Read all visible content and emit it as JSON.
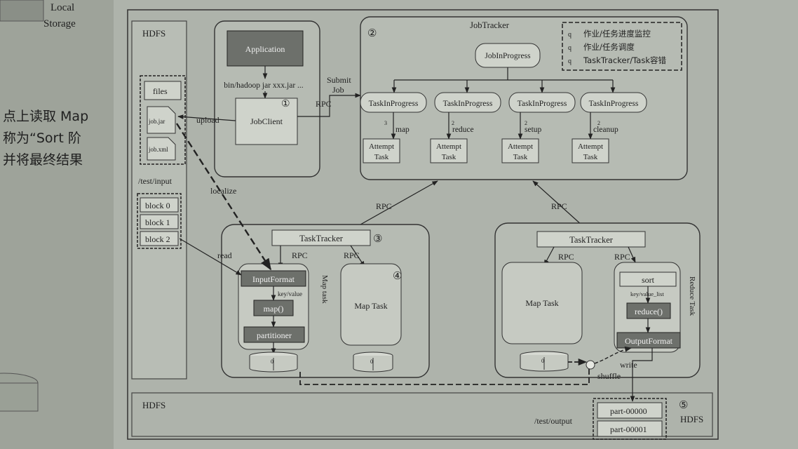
{
  "page": {
    "left_margin_text": {
      "local_storage": [
        "Local",
        "Storage"
      ],
      "body_lines": [
        "点上读取 Map",
        "称为“Sort 阶",
        "并将最终结果"
      ]
    }
  },
  "diagram": {
    "hdfs_top_label": "HDFS",
    "hdfs_bottom_label": "HDFS",
    "hdfs_right_label": "HDFS",
    "files_label": "files",
    "job_jar_label": "job.jar",
    "job_xml_label": "job.xml",
    "test_input_label": "/test/input",
    "blocks": [
      "block 0",
      "block 1",
      "block 2"
    ],
    "upload_label": "upload",
    "localize_label": "localize",
    "read_label": "read",
    "client": {
      "application": "Application",
      "command": "bin/hadoop jar xxx.jar ...",
      "job_client": "JobClient",
      "number": "①"
    },
    "submit_job": [
      "Submit",
      "Job"
    ],
    "rpc": "RPC",
    "jobtracker": {
      "title": "JobTracker",
      "number": "②",
      "job_in_progress": "JobInProgress",
      "legend": [
        "作业/任务进度监控",
        "作业/任务调度",
        "TaskTracker/Task容错"
      ],
      "legend_bullet": "q",
      "tasks": [
        {
          "name": "TaskInProgress",
          "count": "3",
          "kind": "map",
          "attempt": [
            "Attempt",
            "Task"
          ]
        },
        {
          "name": "TaskInProgress",
          "count": "2",
          "kind": "reduce",
          "attempt": [
            "Attempt",
            "Task"
          ]
        },
        {
          "name": "TaskInProgress",
          "count": "2",
          "kind": "setup",
          "attempt": [
            "Attempt",
            "Task"
          ]
        },
        {
          "name": "TaskInProgress",
          "count": "2",
          "kind": "cleanup",
          "attempt": [
            "Attempt",
            "Task"
          ]
        }
      ]
    },
    "left_tt": {
      "title": "TaskTracker",
      "number": "③",
      "number2": "④",
      "input_format": "InputFormat",
      "key_value": "key/value",
      "map": "map()",
      "partitioner": "partitioner",
      "map_task_vertical": "Map task",
      "map_task": "Map Task",
      "disk_num": "0"
    },
    "right_tt": {
      "title": "TaskTracker",
      "map_task": "Map Task",
      "sort": "sort",
      "key_value_list": "key/value_list",
      "reduce": "reduce()",
      "output_format": "OutputFormat",
      "reduce_task_vertical": "Reduce Task",
      "disk_num": "0"
    },
    "shuffle_label": "shuffle",
    "write_label": "write",
    "output": {
      "path": "/test/output",
      "number": "⑤",
      "parts": [
        "part-00000",
        "part-00001"
      ]
    }
  }
}
